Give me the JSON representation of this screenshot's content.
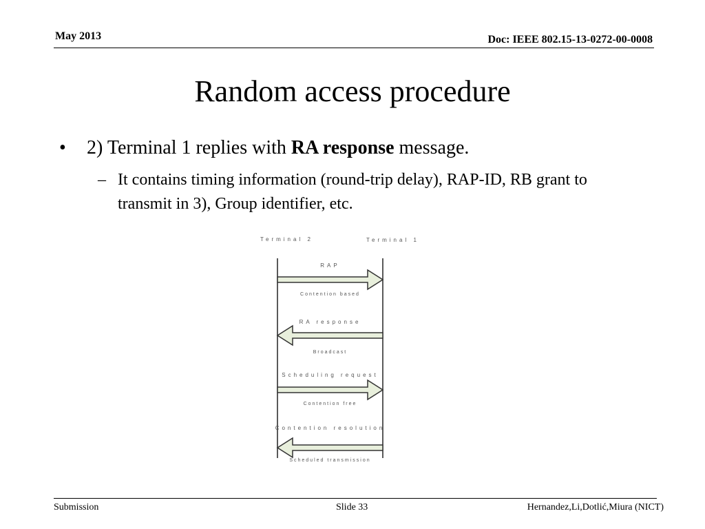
{
  "header": {
    "date": "May 2013",
    "doc": "Doc: IEEE 802.15-13-0272-00-0008"
  },
  "title": "Random access procedure",
  "bullet1": {
    "prefix": "2) Terminal 1 replies with ",
    "bold": "RA response",
    "suffix": " message."
  },
  "bullet2": {
    "text": "It contains timing information (round-trip delay), RAP-ID, RB grant to transmit in 3), Group identifier, etc."
  },
  "diagram": {
    "terminal_left": "Terminal 2",
    "terminal_right": "Terminal 1",
    "messages": [
      {
        "label": "RAP",
        "note": "Contention based",
        "direction": "right"
      },
      {
        "label": "RA response",
        "note": "Broadcast",
        "direction": "left"
      },
      {
        "label": "Scheduling request",
        "note": "Contention free",
        "direction": "right"
      },
      {
        "label": "Contention resolution",
        "note": "Scheduled transmission",
        "direction": "left"
      }
    ],
    "arrow_fill": "#e8efdc",
    "arrow_stroke": "#333333"
  },
  "footer": {
    "left": "Submission",
    "center": "Slide 33",
    "right": "Hernandez,Li,Dotlić,Miura (NICT)"
  }
}
